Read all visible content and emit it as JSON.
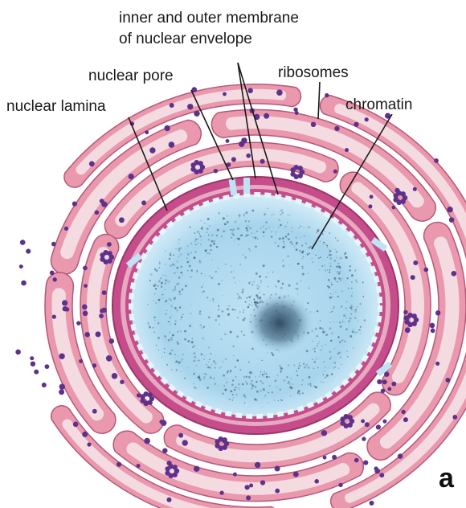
{
  "labels": {
    "membrane_line1": "inner and outer membrane",
    "membrane_line2": "of nuclear envelope",
    "nuclear_pore": "nuclear pore",
    "ribosomes": "ribosomes",
    "nuclear_lamina": "nuclear  lamina",
    "chromatin": "chromatin"
  },
  "panel_letter": "a",
  "colors": {
    "er_fill": "#ea98ad",
    "er_edge": "#b5587a",
    "lumen": "#f4dbe1",
    "envelope": "#c64d8c",
    "nucleoplasm": "#a9d6ee",
    "nucleoplasm_edge": "#d8eef8",
    "chromatin": "#40607a",
    "ribosome": "#5e318a",
    "leader": "#1a1a1a"
  }
}
